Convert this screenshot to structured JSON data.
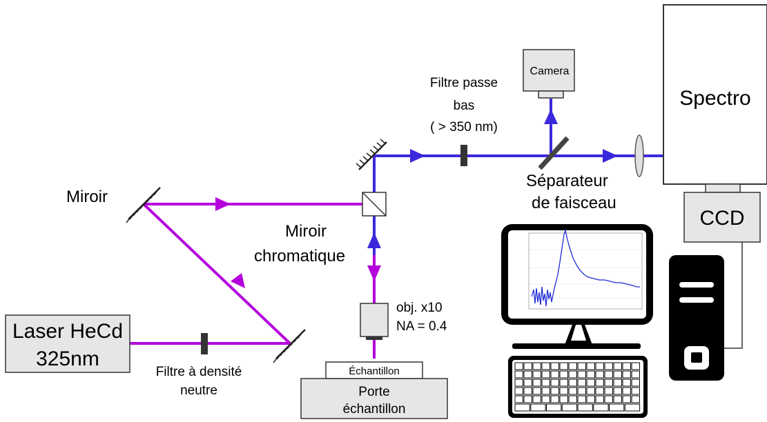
{
  "labels": {
    "laser_line1": "Laser HeCd",
    "laser_line2": "325nm",
    "filtre_neutre_line1": "Filtre à densité",
    "filtre_neutre_line2": "neutre",
    "miroir": "Miroir",
    "miroir_chromatique_line1": "Miroir",
    "miroir_chromatique_line2": "chromatique",
    "objectif_line1": "obj.  x10",
    "objectif_line2": "NA = 0.4",
    "echantillon": "Échantillon",
    "porte_line1": "Porte",
    "porte_line2": "échantillon",
    "filtre_passe_bas_line1": "Filtre passe",
    "filtre_passe_bas_line2": "bas",
    "filtre_passe_bas_line3": "( > 350 nm)",
    "camera": "Camera",
    "separateur_line1": "Séparateur",
    "separateur_line2": "de faisceau",
    "spectro": "Spectro",
    "ccd": "CCD"
  },
  "colors": {
    "excitation_beam": "#b400dc",
    "emission_beam": "#3c28dc",
    "box_fill": "#e6e6e6",
    "outline": "#333333"
  },
  "icons": {
    "computer": "computer-monitor-icon",
    "keyboard": "keyboard-icon",
    "tower": "pc-tower-icon"
  }
}
